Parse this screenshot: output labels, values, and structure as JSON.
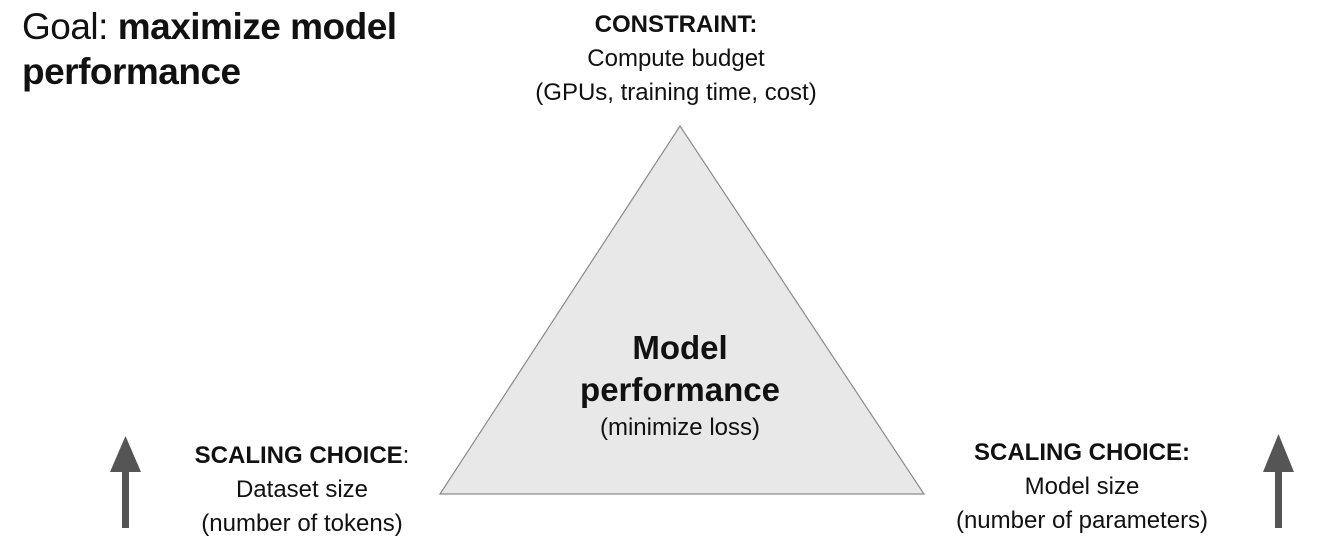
{
  "goal": {
    "prefix": "Goal: ",
    "emphasis": "maximize model performance"
  },
  "constraint": {
    "heading": "CONSTRAINT:",
    "line1": "Compute budget",
    "line2": "(GPUs, training time, cost)"
  },
  "center": {
    "title_line1": "Model",
    "title_line2": "performance",
    "subtitle": "(minimize loss)"
  },
  "left_choice": {
    "heading": "SCALING CHOICE",
    "colon": ":",
    "line1": "Dataset size",
    "line2": "(number of tokens)"
  },
  "right_choice": {
    "heading": "SCALING CHOICE:",
    "line1": "Model size",
    "line2": "(number of parameters)"
  },
  "colors": {
    "triangle_fill": "#e8e8e8",
    "triangle_stroke": "#8a8a8a",
    "arrow": "#555555",
    "text": "#111111"
  },
  "icons": {
    "left_arrow": "arrow-up-icon",
    "right_arrow": "arrow-up-icon"
  }
}
